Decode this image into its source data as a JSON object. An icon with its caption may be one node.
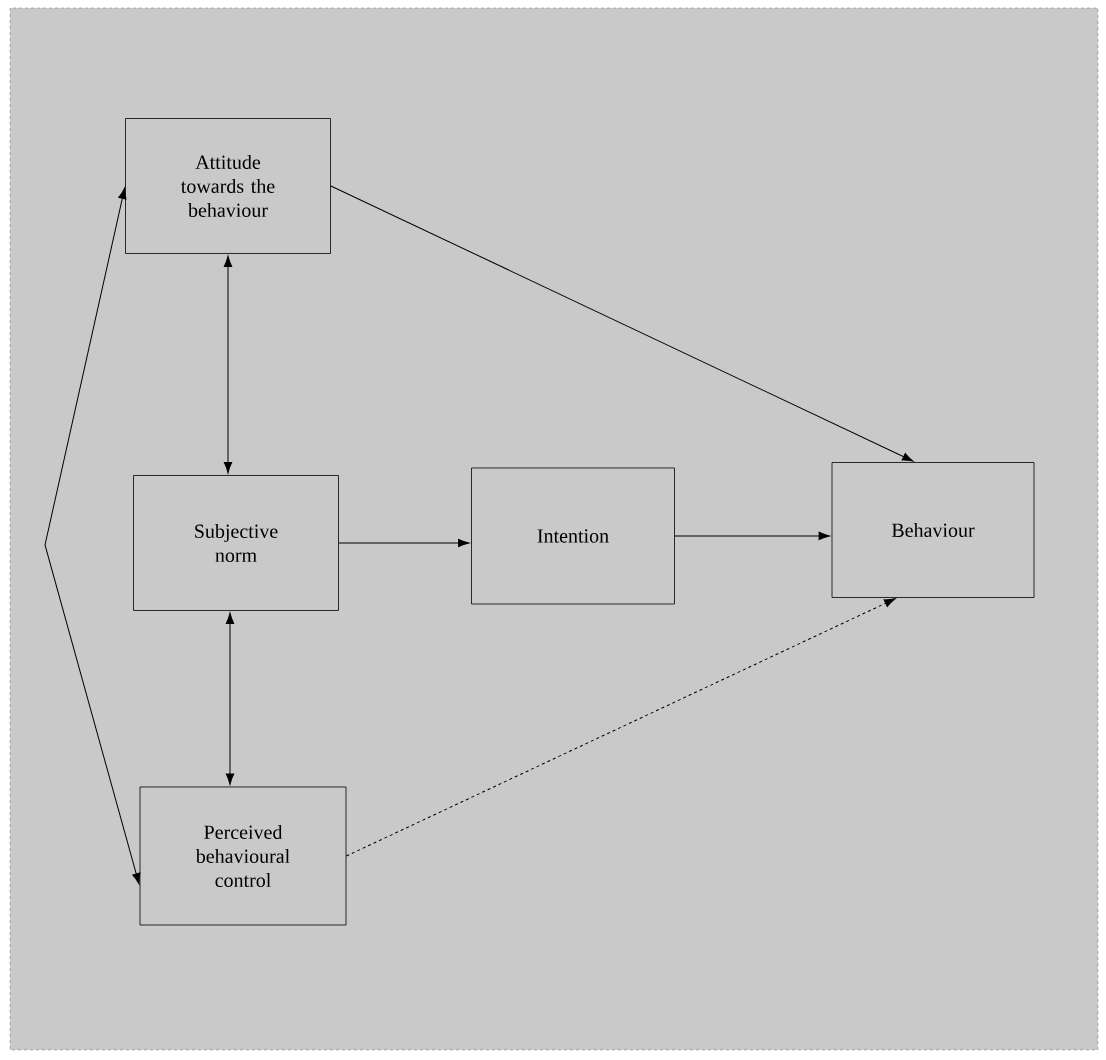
{
  "diagram": {
    "nodes": [
      {
        "text": [
          "Attitude towards the behaviour"
        ]
      },
      {
        "text": [
          "Subjective norm"
        ]
      },
      {
        "text": [
          "Intention"
        ]
      },
      {
        "text": [
          "Behaviour"
        ]
      },
      {
        "text": [
          "Perceived behavioural control"
        ]
      }
    ],
    "edges": [
      {
        "from": 0,
        "to": 3,
        "arrow": "to"
      },
      {
        "from": 0,
        "to": 1,
        "arrow": "both"
      },
      {
        "from": 1,
        "to": 2,
        "arrow": "to"
      },
      {
        "from": 2,
        "to": 3,
        "arrow": "to"
      },
      {
        "from": 1,
        "to": 4,
        "arrow": "both"
      },
      {
        "from": 4,
        "to": 3,
        "arrow": "to",
        "style": "dashed"
      },
      {
        "from": 0,
        "to": 4,
        "arrow": "both"
      }
    ]
  }
}
